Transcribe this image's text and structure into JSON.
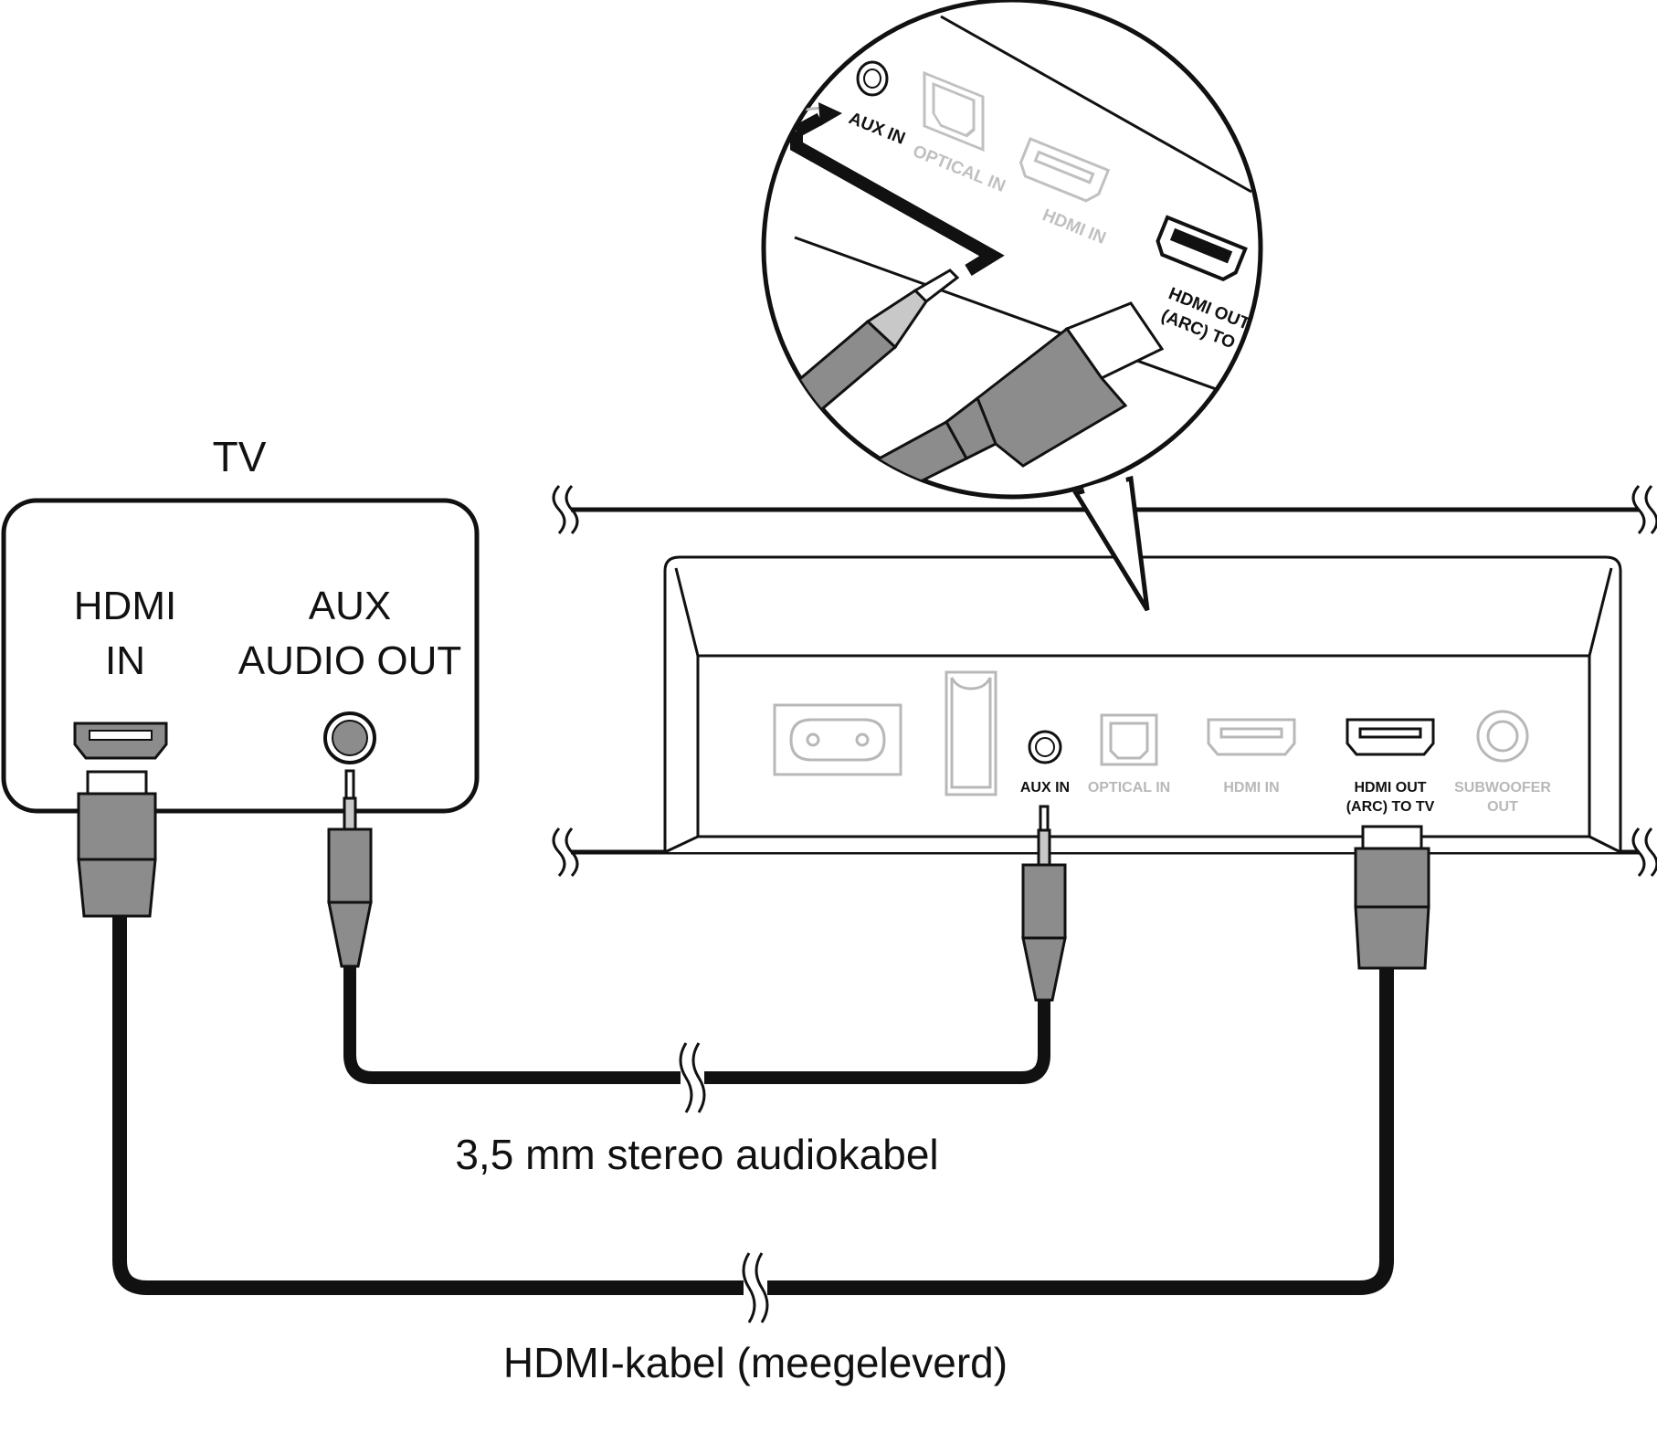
{
  "tv": {
    "title": "TV",
    "hdmi_in_line1": "HDMI",
    "hdmi_in_line2": "IN",
    "aux_out_line1": "AUX",
    "aux_out_line2": "AUDIO OUT"
  },
  "soundbar": {
    "ports": {
      "aux_in": "AUX IN",
      "optical_in": "OPTICAL IN",
      "hdmi_in": "HDMI IN",
      "hdmi_out_line1": "HDMI OUT",
      "hdmi_out_line2": "(ARC) TO TV",
      "subwoofer_line1": "SUBWOOFER",
      "subwoofer_line2": "OUT"
    }
  },
  "zoom": {
    "aux_in": "AUX IN",
    "optical_in": "OPTICAL IN",
    "hdmi_in": "HDMI IN",
    "hdmi_out_line1": "HDMI OUT",
    "hdmi_out_line2": "(ARC) TO T"
  },
  "cables": {
    "audio_cable": "3,5 mm stereo audiokabel",
    "hdmi_cable": "HDMI-kabel (meegeleverd)"
  },
  "colors": {
    "line": "#111111",
    "plug_fill": "#8c8c8c",
    "plug_light": "#c8c8c8",
    "dim_port": "#b8b8b8"
  }
}
